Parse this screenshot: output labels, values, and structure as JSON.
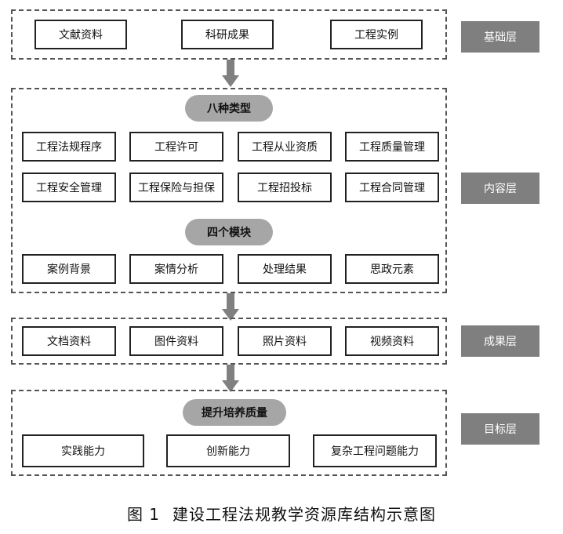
{
  "layers": [
    {
      "tag": "基础层",
      "items": [
        "文献资料",
        "科研成果",
        "工程实例"
      ]
    },
    {
      "tag": "内容层",
      "types_heading": "八种类型",
      "types": [
        "工程法规程序",
        "工程许可",
        "工程从业资质",
        "工程质量管理",
        "工程安全管理",
        "工程保险与担保",
        "工程招投标",
        "工程合同管理"
      ],
      "modules_heading": "四个模块",
      "modules": [
        "案例背景",
        "案情分析",
        "处理结果",
        "思政元素"
      ]
    },
    {
      "tag": "成果层",
      "items": [
        "文档资料",
        "图件资料",
        "照片资料",
        "视频资料"
      ]
    },
    {
      "tag": "目标层",
      "heading": "提升培养质量",
      "items": [
        "实践能力",
        "创新能力",
        "复杂工程问题能力"
      ]
    }
  ],
  "caption": {
    "number": "图 1",
    "title": "建设工程法规教学资源库结构示意图"
  },
  "colors": {
    "tag_bg": "#7f7f7f",
    "pill_bg": "#a6a6a6",
    "arrow": "#808080"
  }
}
